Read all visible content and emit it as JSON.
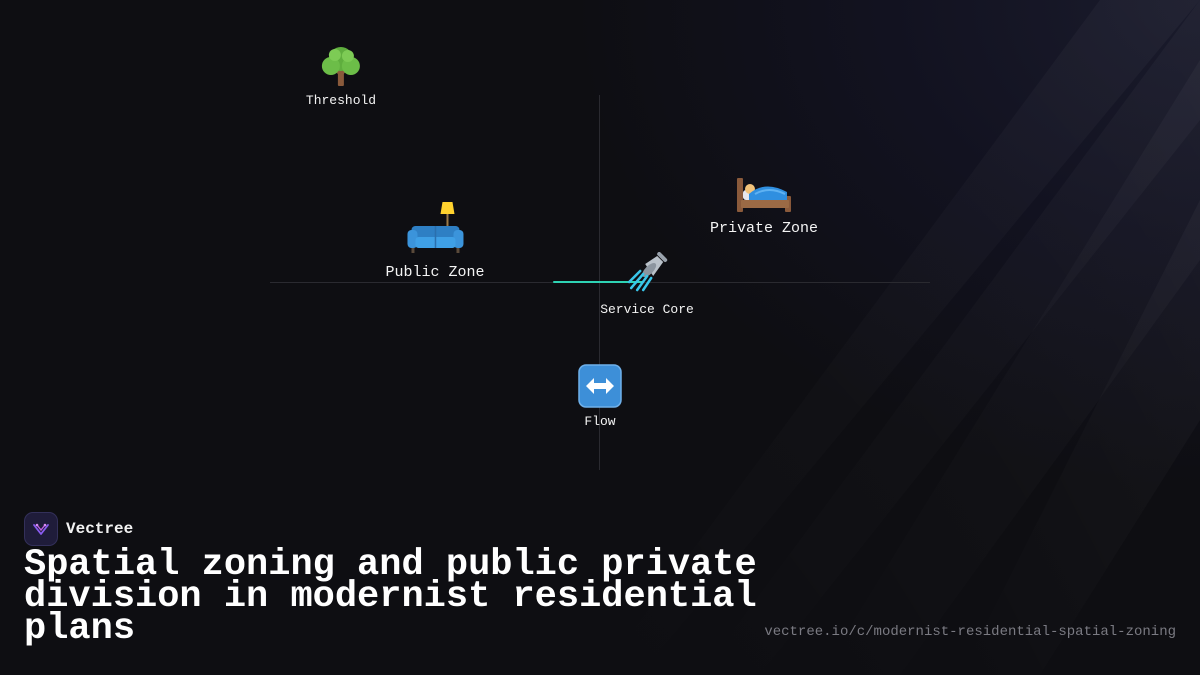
{
  "diagram": {
    "nodes": [
      {
        "id": "threshold",
        "label": "Threshold",
        "icon": "tree-icon"
      },
      {
        "id": "public",
        "label": "Public Zone",
        "icon": "couch-and-lamp-icon"
      },
      {
        "id": "private",
        "label": "Private Zone",
        "icon": "person-in-bed-icon"
      },
      {
        "id": "service",
        "label": "Service Core",
        "icon": "shower-icon"
      },
      {
        "id": "flow",
        "label": "Flow",
        "icon": "left-right-arrow-icon"
      }
    ],
    "accent_color": "#2ed3b4"
  },
  "brand": {
    "name": "Vectree",
    "logo_icon": "vectree-logo-icon"
  },
  "title": "Spatial zoning and public private division in modernist residential plans",
  "source_url": "vectree.io/c/modernist-residential-spatial-zoning"
}
